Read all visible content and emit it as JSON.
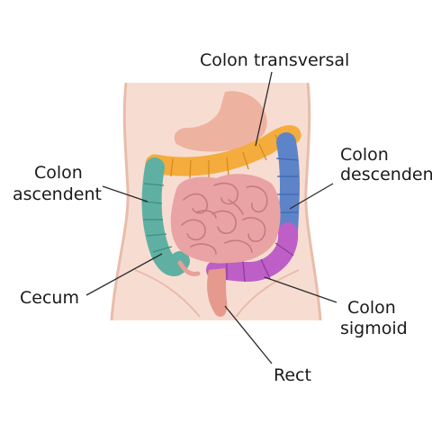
{
  "labels": {
    "transverse": "Colon transversal",
    "descending_1": "Colon",
    "descending_2": "descendent",
    "ascending_1": "Colon",
    "ascending_2": "ascendent",
    "cecum": "Cecum",
    "sigmoid_1": "Colon",
    "sigmoid_2": "sigmoid",
    "rectum": "Rect"
  },
  "colors": {
    "skin": "#f7ddd1",
    "skin_shade": "#e9bcaa",
    "stomach": "#eeb2a0",
    "small_intestine": "#eaa3a4",
    "small_intestine_line": "#c77a7c",
    "transverse_colon": "#f4ac3c",
    "descending_colon": "#5d84c9",
    "ascending_colon": "#5fb0a3",
    "sigmoid_colon": "#bd5fc6",
    "rectum": "#e59a8d"
  }
}
